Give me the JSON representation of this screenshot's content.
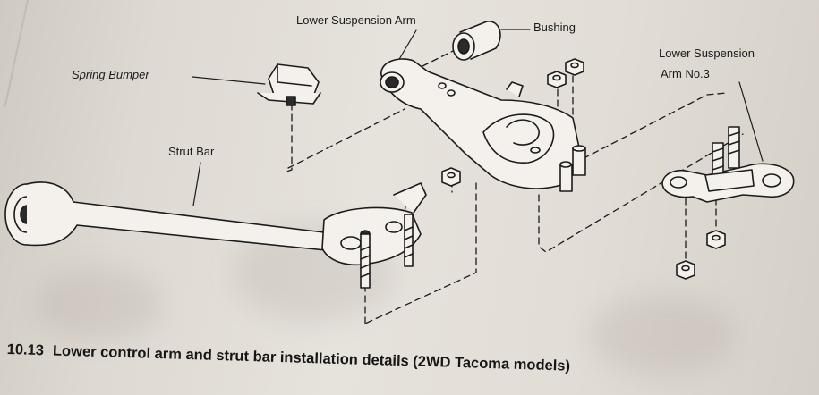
{
  "labels": {
    "lower_suspension_arm": "Lower Suspension Arm",
    "bushing": "Bushing",
    "lower_suspension_arm_no3_line1": "Lower Suspension",
    "lower_suspension_arm_no3_line2": "Arm No.3",
    "spring_bumper": "Spring Bumper",
    "strut_bar": "Strut Bar"
  },
  "caption": {
    "number": "10.13",
    "text": "Lower control arm and strut bar installation details (2WD Tacoma models)"
  },
  "icons": [
    "strut-bar-part",
    "spring-bumper-part",
    "bushing-part",
    "lower-suspension-arm-part",
    "lower-suspension-arm-no3-part",
    "bolt-icon",
    "nut-icon"
  ]
}
